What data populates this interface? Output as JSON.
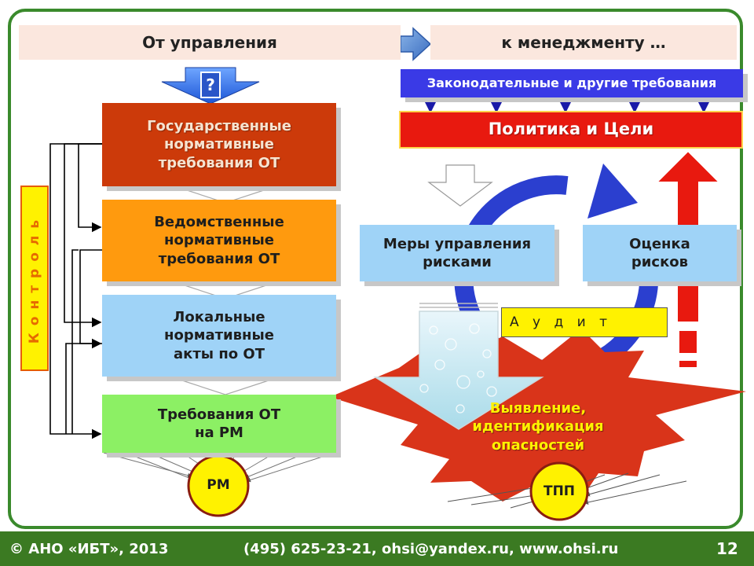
{
  "headers": {
    "left": "От управления",
    "right": "к менеджменту …"
  },
  "question_mark": "?",
  "left_boxes": [
    {
      "id": "gos",
      "lines": [
        "Государственные",
        "нормативные",
        "требования ОТ"
      ],
      "bg": "#cc3a0a",
      "fg": "#f6e3d0"
    },
    {
      "id": "ved",
      "lines": [
        "Ведомственные",
        "нормативные",
        "требования ОТ"
      ],
      "bg": "#ff9a0e",
      "fg": "#1e1e1e"
    },
    {
      "id": "loc",
      "lines": [
        "Локальные",
        "нормативные",
        "акты по ОТ"
      ],
      "bg": "#9fd3f7",
      "fg": "#1e1e1e"
    },
    {
      "id": "rm",
      "lines": [
        "Требования ОТ",
        "на РМ"
      ],
      "bg": "#8cf064",
      "fg": "#1e1e1e"
    }
  ],
  "control_label": "Контроль",
  "circle_rm": "РМ",
  "circle_tpp": "ТПП",
  "legislative": "Законодательные и другие требования",
  "policy": "Политика и Цели",
  "measures": [
    "Меры управления",
    "рисками"
  ],
  "assessment": [
    "Оценка",
    "рисков"
  ],
  "audit": "А у д и т",
  "hazards": [
    "Выявление,",
    "идентификация",
    "опасностей"
  ],
  "footer": {
    "left": "© АНО «ИБТ», 2013",
    "center": "(495) 625-23-21, ohsi@yandex.ru, www.ohsi.ru",
    "page": "12"
  },
  "colors": {
    "frame": "#3a8a2c",
    "footer": "#3b7a22",
    "cycle": "#2b3fcf",
    "policy": "#e8190f",
    "legislative": "#3a3ae6",
    "starburst": "#d9341a"
  }
}
